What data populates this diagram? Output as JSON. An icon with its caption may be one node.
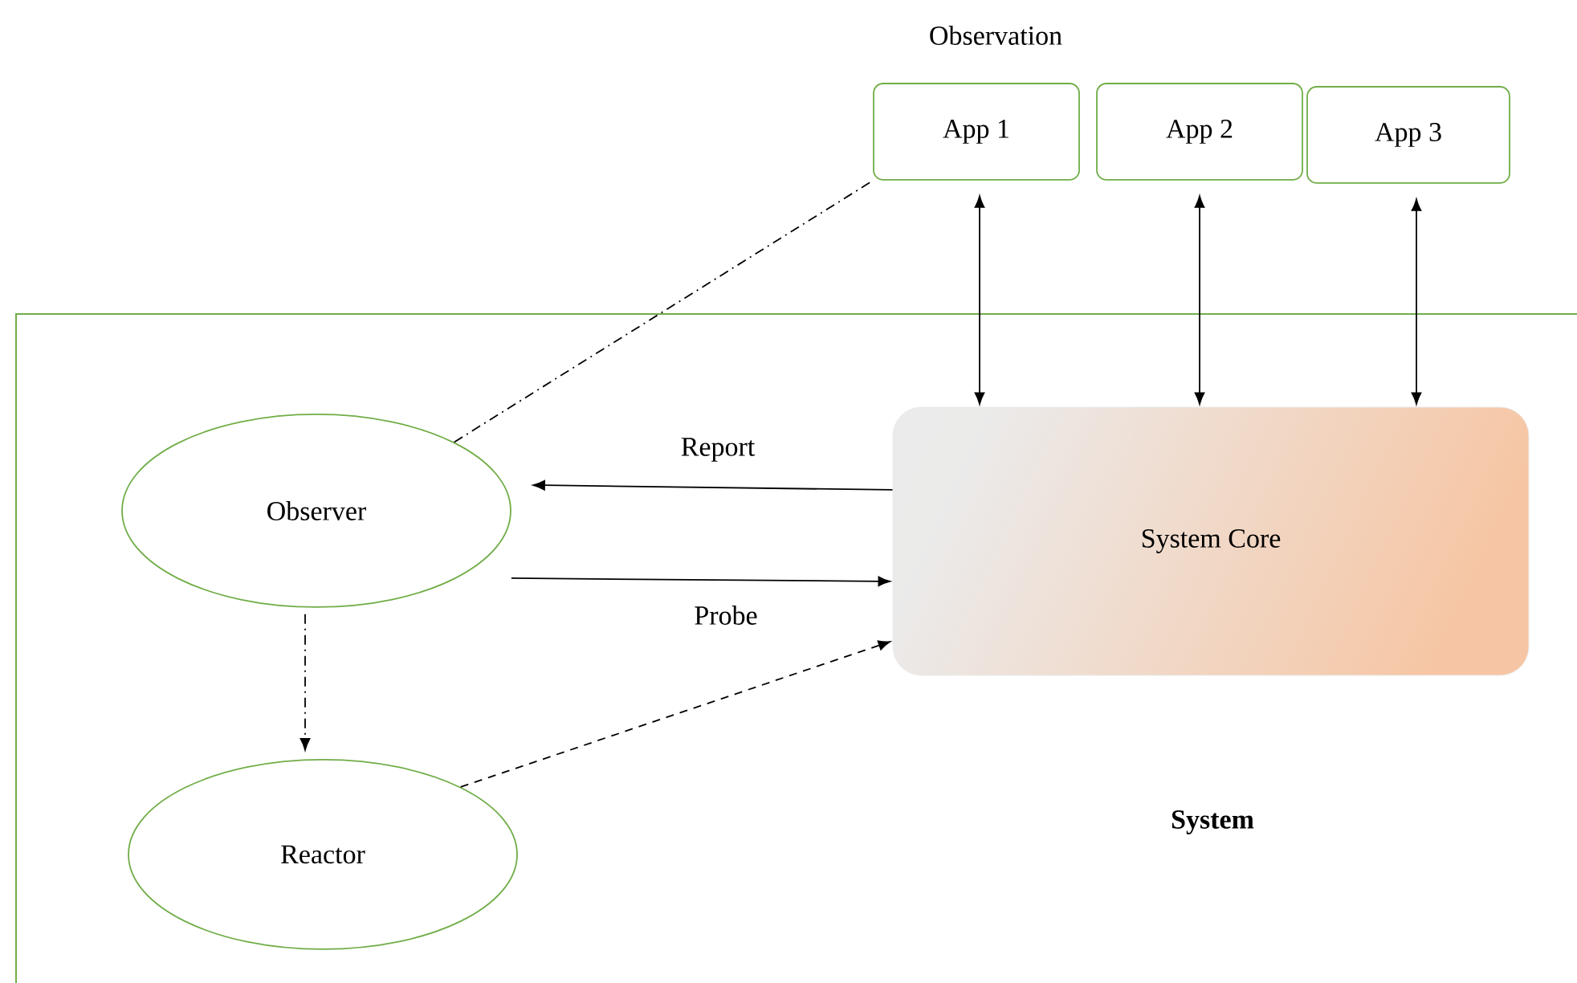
{
  "diagram": {
    "nodes": [
      {
        "text": [
          "System"
        ]
      },
      {
        "text": [
          "App 1"
        ]
      },
      {
        "text": [
          "App 2"
        ]
      },
      {
        "text": [
          "App 3"
        ]
      },
      {
        "text": [
          "Observer"
        ],
        "in": 0
      },
      {
        "text": [
          "System Core"
        ],
        "in": 0
      },
      {
        "text": [
          "Reactor"
        ],
        "in": 0
      }
    ],
    "edges": [
      {
        "from": 4,
        "to": 1,
        "arrow": "none",
        "style": "dashed"
      },
      {
        "from": 1,
        "to": 5,
        "arrow": "both"
      },
      {
        "from": 2,
        "to": 5,
        "arrow": "both"
      },
      {
        "from": 3,
        "to": 5,
        "arrow": "both"
      },
      {
        "from": 5,
        "to": 4,
        "arrow": "to",
        "label": "Report"
      },
      {
        "from": 4,
        "to": 5,
        "arrow": "to",
        "label": "Probe"
      },
      {
        "from": 4,
        "to": 6,
        "arrow": "to",
        "style": "dashed"
      },
      {
        "from": 6,
        "to": 5,
        "arrow": "to",
        "style": "dashed"
      }
    ],
    "labels": [
      "Observation"
    ]
  }
}
